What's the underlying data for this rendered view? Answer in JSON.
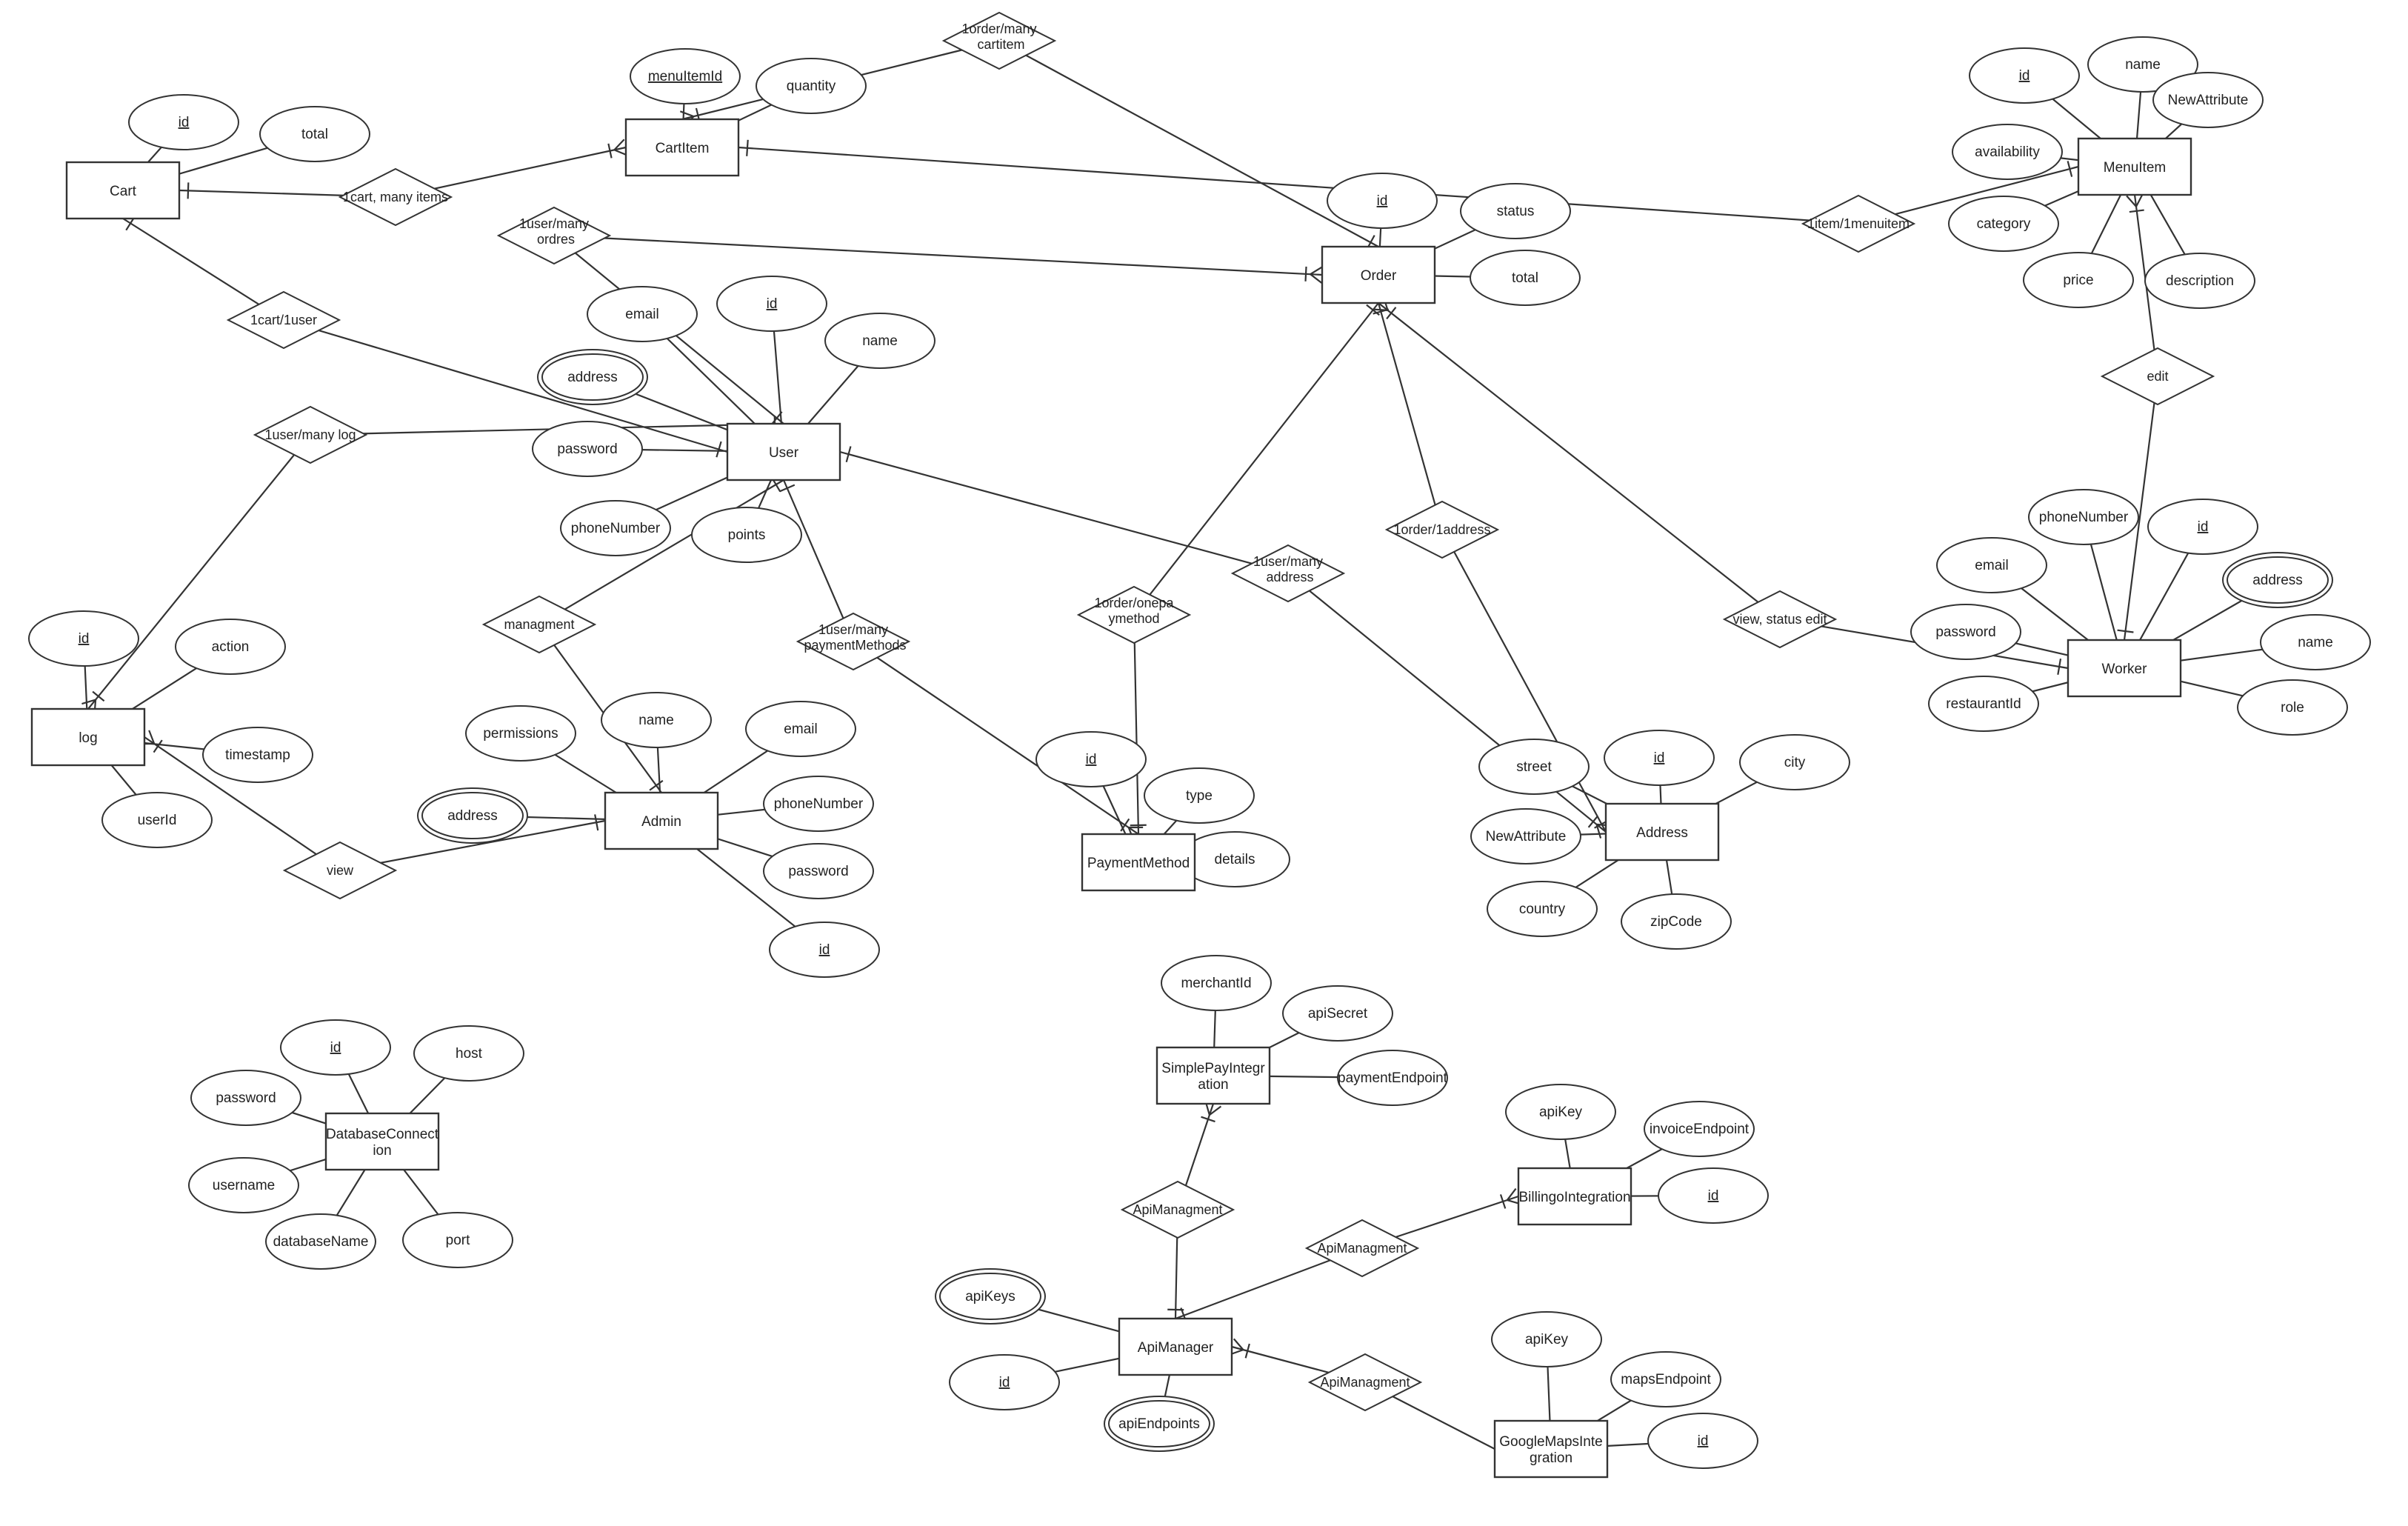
{
  "entities": [
    {
      "id": "cart",
      "label": "Cart"
    },
    {
      "id": "cartitem",
      "label": "CartItem"
    },
    {
      "id": "order",
      "label": "Order"
    },
    {
      "id": "menuitem",
      "label": "MenuItem"
    },
    {
      "id": "user",
      "label": "User"
    },
    {
      "id": "worker",
      "label": "Worker"
    },
    {
      "id": "log",
      "label": "log"
    },
    {
      "id": "admin",
      "label": "Admin"
    },
    {
      "id": "paymentmethod",
      "label": "PaymentMethod"
    },
    {
      "id": "address",
      "label": "Address"
    },
    {
      "id": "dbconn",
      "label": "DatabaseConnection"
    },
    {
      "id": "simplepay",
      "label": "SimplePayIntegration"
    },
    {
      "id": "billingo",
      "label": "BillingoIntegration"
    },
    {
      "id": "apimanager",
      "label": "ApiManager"
    },
    {
      "id": "googlemaps",
      "label": "GoogleMapsIntegration"
    }
  ],
  "attributes": [
    {
      "id": "cart_id",
      "owner": "cart",
      "label": "id",
      "key": true,
      "multi": false
    },
    {
      "id": "cart_total",
      "owner": "cart",
      "label": "total",
      "key": false,
      "multi": false
    },
    {
      "id": "ci_menuitemid",
      "owner": "cartitem",
      "label": "menuItemId",
      "key": true,
      "multi": false
    },
    {
      "id": "ci_quantity",
      "owner": "cartitem",
      "label": "quantity",
      "key": false,
      "multi": false
    },
    {
      "id": "order_id",
      "owner": "order",
      "label": "id",
      "key": true,
      "multi": false
    },
    {
      "id": "order_status",
      "owner": "order",
      "label": "status",
      "key": false,
      "multi": false
    },
    {
      "id": "order_total",
      "owner": "order",
      "label": "total",
      "key": false,
      "multi": false
    },
    {
      "id": "mi_id",
      "owner": "menuitem",
      "label": "id",
      "key": true,
      "multi": false
    },
    {
      "id": "mi_name",
      "owner": "menuitem",
      "label": "name",
      "key": false,
      "multi": false
    },
    {
      "id": "mi_newattr",
      "owner": "menuitem",
      "label": "NewAttribute",
      "key": false,
      "multi": false
    },
    {
      "id": "mi_availability",
      "owner": "menuitem",
      "label": "availability",
      "key": false,
      "multi": false
    },
    {
      "id": "mi_category",
      "owner": "menuitem",
      "label": "category",
      "key": false,
      "multi": false
    },
    {
      "id": "mi_price",
      "owner": "menuitem",
      "label": "price",
      "key": false,
      "multi": false
    },
    {
      "id": "mi_description",
      "owner": "menuitem",
      "label": "description",
      "key": false,
      "multi": false
    },
    {
      "id": "user_email",
      "owner": "user",
      "label": "email",
      "key": false,
      "multi": false
    },
    {
      "id": "user_id",
      "owner": "user",
      "label": "id",
      "key": true,
      "multi": false
    },
    {
      "id": "user_name",
      "owner": "user",
      "label": "name",
      "key": false,
      "multi": false
    },
    {
      "id": "user_address",
      "owner": "user",
      "label": "address",
      "key": false,
      "multi": true
    },
    {
      "id": "user_password",
      "owner": "user",
      "label": "password",
      "key": false,
      "multi": false
    },
    {
      "id": "user_phone",
      "owner": "user",
      "label": "phoneNumber",
      "key": false,
      "multi": false
    },
    {
      "id": "user_points",
      "owner": "user",
      "label": "points",
      "key": false,
      "multi": false
    },
    {
      "id": "w_phone",
      "owner": "worker",
      "label": "phoneNumber",
      "key": false,
      "multi": false
    },
    {
      "id": "w_id",
      "owner": "worker",
      "label": "id",
      "key": true,
      "multi": false
    },
    {
      "id": "w_email",
      "owner": "worker",
      "label": "email",
      "key": false,
      "multi": false
    },
    {
      "id": "w_address",
      "owner": "worker",
      "label": "address",
      "key": false,
      "multi": true
    },
    {
      "id": "w_password",
      "owner": "worker",
      "label": "password",
      "key": false,
      "multi": false
    },
    {
      "id": "w_name",
      "owner": "worker",
      "label": "name",
      "key": false,
      "multi": false
    },
    {
      "id": "w_restaurantid",
      "owner": "worker",
      "label": "restaurantId",
      "key": false,
      "multi": false
    },
    {
      "id": "w_role",
      "owner": "worker",
      "label": "role",
      "key": false,
      "multi": false
    },
    {
      "id": "log_id",
      "owner": "log",
      "label": "id",
      "key": true,
      "multi": false
    },
    {
      "id": "log_action",
      "owner": "log",
      "label": "action",
      "key": false,
      "multi": false
    },
    {
      "id": "log_timestamp",
      "owner": "log",
      "label": "timestamp",
      "key": false,
      "multi": false
    },
    {
      "id": "log_userid",
      "owner": "log",
      "label": "userId",
      "key": false,
      "multi": false
    },
    {
      "id": "a_permissions",
      "owner": "admin",
      "label": "permissions",
      "key": false,
      "multi": false
    },
    {
      "id": "a_name",
      "owner": "admin",
      "label": "name",
      "key": false,
      "multi": false
    },
    {
      "id": "a_email",
      "owner": "admin",
      "label": "email",
      "key": false,
      "multi": false
    },
    {
      "id": "a_address",
      "owner": "admin",
      "label": "address",
      "key": false,
      "multi": true
    },
    {
      "id": "a_phone",
      "owner": "admin",
      "label": "phoneNumber",
      "key": false,
      "multi": false
    },
    {
      "id": "a_password",
      "owner": "admin",
      "label": "password",
      "key": false,
      "multi": false
    },
    {
      "id": "a_id",
      "owner": "admin",
      "label": "id",
      "key": true,
      "multi": false
    },
    {
      "id": "pm_id",
      "owner": "paymentmethod",
      "label": "id",
      "key": true,
      "multi": false
    },
    {
      "id": "pm_type",
      "owner": "paymentmethod",
      "label": "type",
      "key": false,
      "multi": false
    },
    {
      "id": "pm_details",
      "owner": "paymentmethod",
      "label": "details",
      "key": false,
      "multi": false
    },
    {
      "id": "ad_street",
      "owner": "address",
      "label": "street",
      "key": false,
      "multi": false
    },
    {
      "id": "ad_id",
      "owner": "address",
      "label": "id",
      "key": true,
      "multi": false
    },
    {
      "id": "ad_city",
      "owner": "address",
      "label": "city",
      "key": false,
      "multi": false
    },
    {
      "id": "ad_newattr",
      "owner": "address",
      "label": "NewAttribute",
      "key": false,
      "multi": false
    },
    {
      "id": "ad_country",
      "owner": "address",
      "label": "country",
      "key": false,
      "multi": false
    },
    {
      "id": "ad_zip",
      "owner": "address",
      "label": "zipCode",
      "key": false,
      "multi": false
    },
    {
      "id": "db_id",
      "owner": "dbconn",
      "label": "id",
      "key": true,
      "multi": false
    },
    {
      "id": "db_host",
      "owner": "dbconn",
      "label": "host",
      "key": false,
      "multi": false
    },
    {
      "id": "db_password",
      "owner": "dbconn",
      "label": "password",
      "key": false,
      "multi": false
    },
    {
      "id": "db_username",
      "owner": "dbconn",
      "label": "username",
      "key": false,
      "multi": false
    },
    {
      "id": "db_dbname",
      "owner": "dbconn",
      "label": "databaseName",
      "key": false,
      "multi": false
    },
    {
      "id": "db_port",
      "owner": "dbconn",
      "label": "port",
      "key": false,
      "multi": false
    },
    {
      "id": "sp_merchant",
      "owner": "simplepay",
      "label": "merchantId",
      "key": false,
      "multi": false
    },
    {
      "id": "sp_secret",
      "owner": "simplepay",
      "label": "apiSecret",
      "key": false,
      "multi": false
    },
    {
      "id": "sp_endpoint",
      "owner": "simplepay",
      "label": "paymentEndpoint",
      "key": false,
      "multi": false
    },
    {
      "id": "bi_apikey",
      "owner": "billingo",
      "label": "apiKey",
      "key": false,
      "multi": false
    },
    {
      "id": "bi_invoice",
      "owner": "billingo",
      "label": "invoiceEndpoint",
      "key": false,
      "multi": false
    },
    {
      "id": "bi_id",
      "owner": "billingo",
      "label": "id",
      "key": true,
      "multi": false
    },
    {
      "id": "am_apikeys",
      "owner": "apimanager",
      "label": "apiKeys",
      "key": false,
      "multi": true
    },
    {
      "id": "am_id",
      "owner": "apimanager",
      "label": "id",
      "key": true,
      "multi": false
    },
    {
      "id": "am_endpoints",
      "owner": "apimanager",
      "label": "apiEndpoints",
      "key": false,
      "multi": true
    },
    {
      "id": "gm_apikey",
      "owner": "googlemaps",
      "label": "apiKey",
      "key": false,
      "multi": false
    },
    {
      "id": "gm_maps",
      "owner": "googlemaps",
      "label": "mapsEndpoint",
      "key": false,
      "multi": false
    },
    {
      "id": "gm_id",
      "owner": "googlemaps",
      "label": "id",
      "key": true,
      "multi": false
    }
  ],
  "relationships": [
    {
      "id": "r_order_cartitem",
      "label": "1order/many cartitem"
    },
    {
      "id": "r_cart_items",
      "label": "1cart, many items"
    },
    {
      "id": "r_item_menuitem",
      "label": "1item/1menuitem"
    },
    {
      "id": "r_user_orders",
      "label": "1user/many ordres"
    },
    {
      "id": "r_cart_user",
      "label": "1cart/1user"
    },
    {
      "id": "r_user_log",
      "label": "1user/many log"
    },
    {
      "id": "r_edit",
      "label": "edit"
    },
    {
      "id": "r_order_address",
      "label": "1order/1address"
    },
    {
      "id": "r_user_address",
      "label": "1user/many address"
    },
    {
      "id": "r_order_payment",
      "label": "1order/onepaymethod"
    },
    {
      "id": "r_managment",
      "label": "managment"
    },
    {
      "id": "r_user_payment",
      "label": "1user/many paymentMethods"
    },
    {
      "id": "r_view_status",
      "label": "view, status edit"
    },
    {
      "id": "r_view",
      "label": "view"
    },
    {
      "id": "r_api_simplepay",
      "label": "ApiManagment"
    },
    {
      "id": "r_api_billingo",
      "label": "ApiManagment"
    },
    {
      "id": "r_api_maps",
      "label": "ApiManagment"
    }
  ]
}
